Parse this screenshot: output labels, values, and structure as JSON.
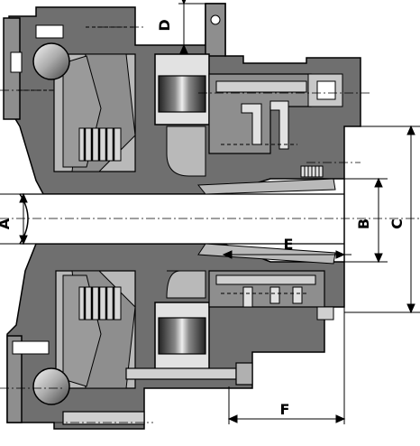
{
  "diagram": {
    "dimension_labels": {
      "A": "A",
      "B": "B",
      "C": "C",
      "D": "D",
      "E": "E",
      "F": "F"
    },
    "colors": {
      "housing_dark": "#6f6f6f",
      "housing_mid": "#8e8e8e",
      "housing_light": "#b9b9b9",
      "highlight": "#e2e2e2",
      "outline": "#000000",
      "background": "#ffffff"
    }
  }
}
